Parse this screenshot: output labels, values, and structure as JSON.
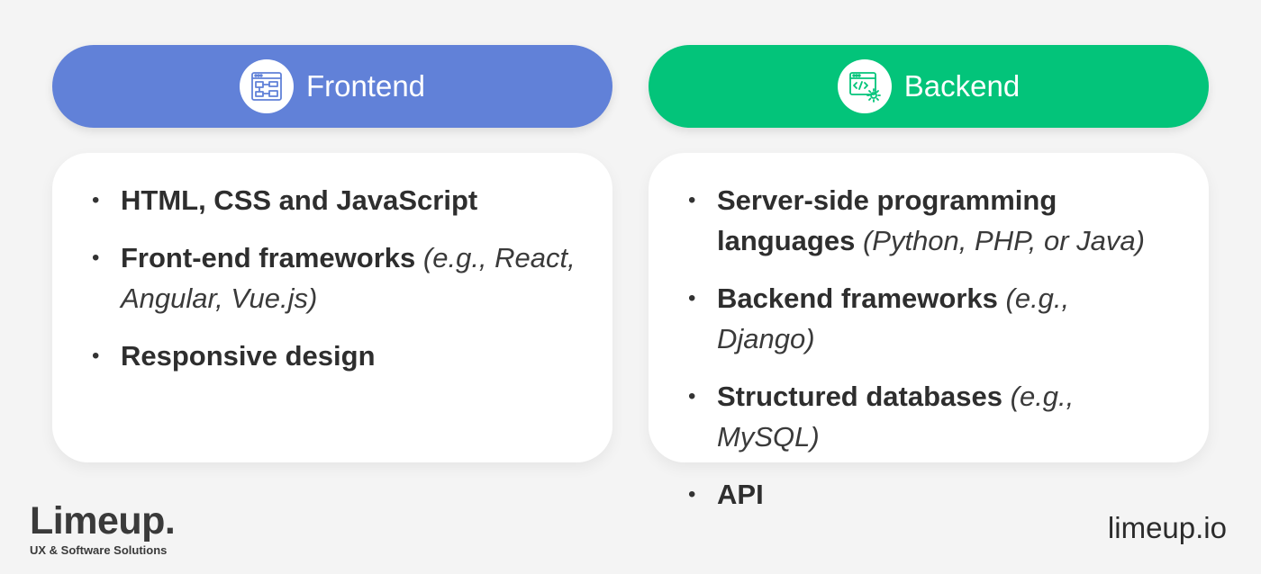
{
  "frontend": {
    "title": "Frontend",
    "icon": "layout-diagram-icon",
    "color": "#6181d8",
    "items": [
      {
        "main": "HTML, CSS and JavaScript",
        "note": ""
      },
      {
        "main": "Front-end frameworks",
        "note": "(e.g., React, Angular, Vue.js)"
      },
      {
        "main": "Responsive design",
        "note": ""
      }
    ]
  },
  "backend": {
    "title": "Backend",
    "icon": "code-gear-icon",
    "color": "#03c47a",
    "items": [
      {
        "main": "Server-side programming languages",
        "note": "(Python, PHP, or Java)"
      },
      {
        "main": "Backend frameworks",
        "note": "(e.g., Django)"
      },
      {
        "main": "Structured databases",
        "note": "(e.g., MySQL)"
      },
      {
        "main": "API",
        "note": ""
      }
    ]
  },
  "brand": {
    "name": "Limeup.",
    "tagline": "UX & Software Solutions",
    "site": "limeup.io"
  }
}
